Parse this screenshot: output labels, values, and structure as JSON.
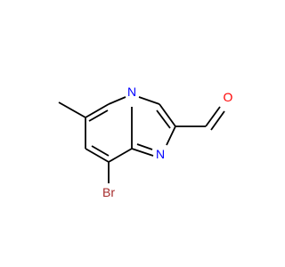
{
  "molecule": {
    "atoms": {
      "n_bridge": {
        "label": "N",
        "color": "#0000ff"
      },
      "n_imine": {
        "label": "N",
        "color": "#0000ff"
      },
      "bromine": {
        "label": "Br",
        "color": "#a52a2a"
      },
      "oxygen": {
        "label": "O",
        "color": "#ff0000"
      }
    }
  }
}
